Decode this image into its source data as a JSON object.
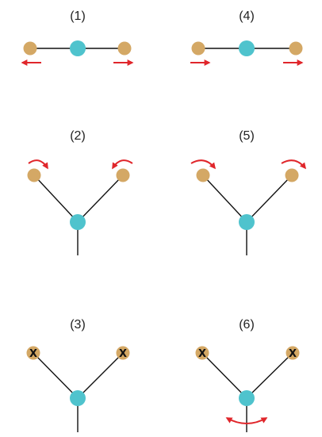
{
  "colors": {
    "center_atom": "#4fc3cd",
    "outer_atom": "#d4a865",
    "bond": "#111111",
    "motion_arrow": "#e0262b",
    "background": "#ffffff"
  },
  "panels": [
    {
      "label": "(1)",
      "geometry": "linear",
      "motion": "outward-stretch",
      "fixed_markers": []
    },
    {
      "label": "(2)",
      "geometry": "bent",
      "motion": "inward-scissor",
      "fixed_markers": []
    },
    {
      "label": "(3)",
      "geometry": "bent",
      "motion": "none",
      "fixed_markers": [
        "X",
        "X"
      ]
    },
    {
      "label": "(4)",
      "geometry": "linear",
      "motion": "same-direction-translation",
      "fixed_markers": []
    },
    {
      "label": "(5)",
      "geometry": "bent",
      "motion": "same-direction-rock",
      "fixed_markers": []
    },
    {
      "label": "(6)",
      "geometry": "bent",
      "motion": "center-rotation",
      "fixed_markers": [
        "X",
        "X"
      ]
    }
  ]
}
